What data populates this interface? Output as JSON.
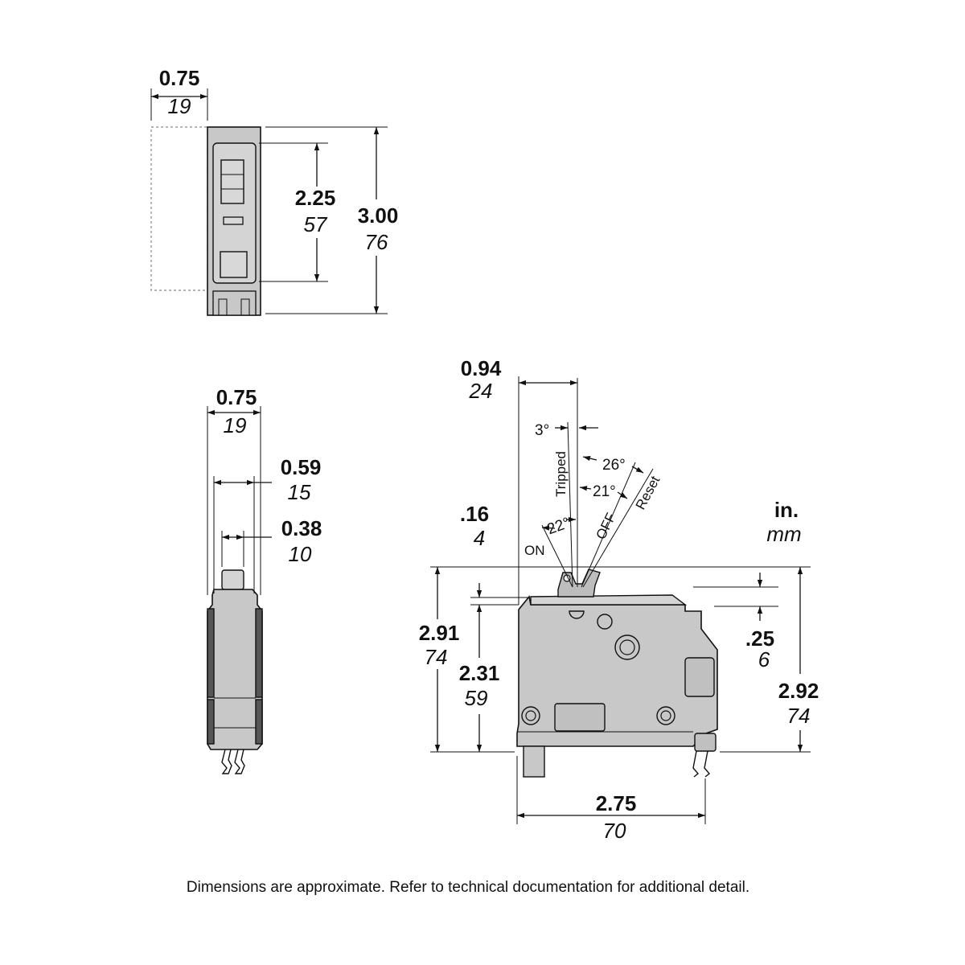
{
  "top_view": {
    "width_in": "0.75",
    "width_mm": "19",
    "inner_height_in": "2.25",
    "inner_height_mm": "57",
    "height_in": "3.00",
    "height_mm": "76"
  },
  "side_view": {
    "width_in": "0.75",
    "width_mm": "19",
    "inner_width_in": "0.59",
    "inner_width_mm": "15",
    "handle_width_in": "0.38",
    "handle_width_mm": "10"
  },
  "front_view": {
    "handle_offset_in": "0.94",
    "handle_offset_mm": "24",
    "angle_tripped": "3°",
    "angle_reset": "26°",
    "angle_off": "21°",
    "angle_on": "22°",
    "label_tripped": "Tripped",
    "label_off": "OFF",
    "label_reset": "Reset",
    "label_on": "ON",
    "top_step_in": ".16",
    "top_step_mm": "4",
    "left_height_in": "2.91",
    "left_height_mm": "74",
    "inner_height_in": "2.31",
    "inner_height_mm": "59",
    "right_step_in": ".25",
    "right_step_mm": "6",
    "right_height_in": "2.92",
    "right_height_mm": "74",
    "width_in": "2.75",
    "width_mm": "70"
  },
  "units": {
    "primary": "in.",
    "secondary": "mm"
  },
  "colors": {
    "body": "#c8c8c8",
    "line": "#111111"
  },
  "disclaimer": "Dimensions are approximate. Refer to technical documentation for additional detail."
}
